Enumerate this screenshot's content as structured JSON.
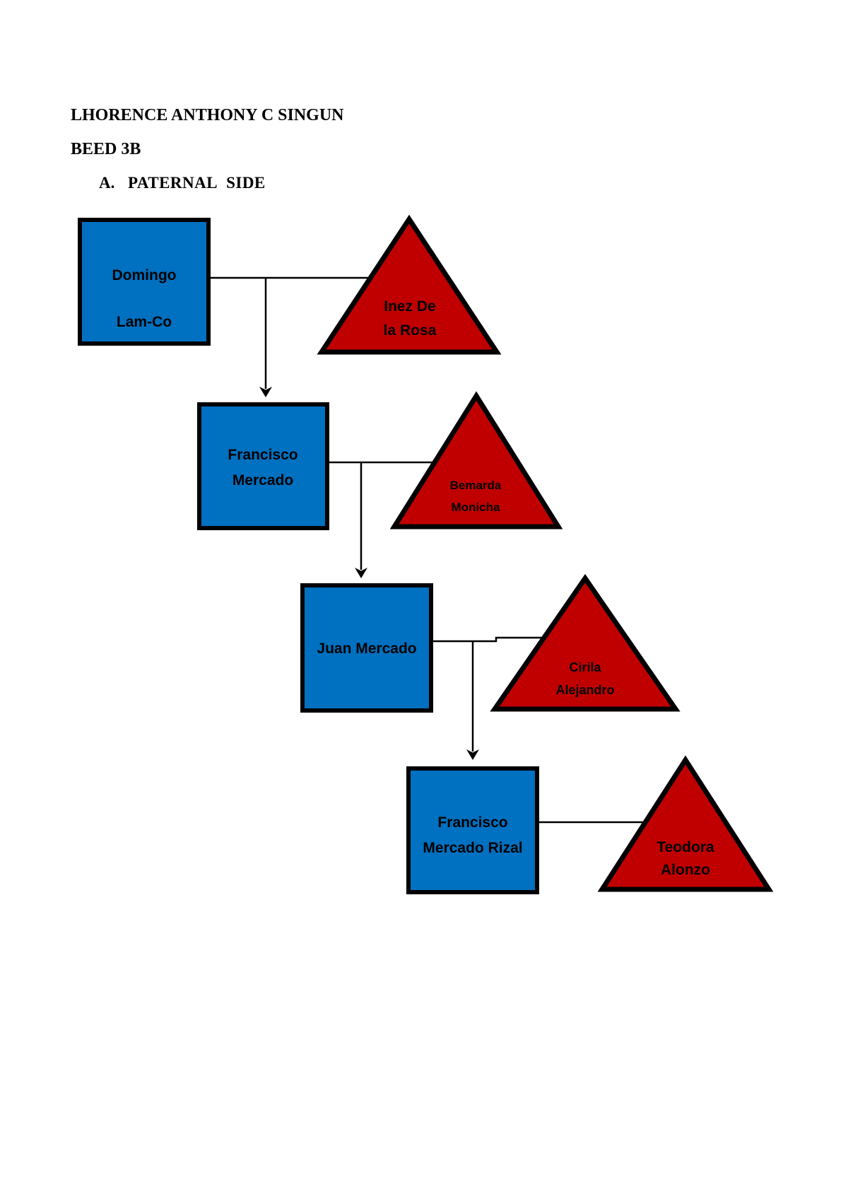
{
  "header": {
    "student_name": "LHORENCE ANTHONY C SINGUN",
    "course": "BEED 3B",
    "section_marker": "A.",
    "section_title": "PATERNAL SIDE"
  },
  "colors": {
    "male_fill": "#0070C0",
    "female_fill": "#C00000",
    "outline": "#000000"
  },
  "diagram": {
    "type": "family-tree",
    "nodes": {
      "domingo": {
        "shape": "square",
        "gender": "male",
        "line1": "Domingo",
        "line2": "Lam-Co"
      },
      "inez": {
        "shape": "triangle",
        "gender": "female",
        "line1": "Inez De",
        "line2": "la Rosa"
      },
      "francisco": {
        "shape": "square",
        "gender": "male",
        "line1": "Francisco",
        "line2": "Mercado"
      },
      "bemarda": {
        "shape": "triangle",
        "gender": "female",
        "line1": "Bemarda",
        "line2": "Monicha"
      },
      "juan": {
        "shape": "square",
        "gender": "male",
        "line1": "Juan Mercado"
      },
      "cirila": {
        "shape": "triangle",
        "gender": "female",
        "line1": "Cirila",
        "line2": "Alejandro"
      },
      "francisco_rizal": {
        "shape": "square",
        "gender": "male",
        "line1": "Francisco",
        "line2": "Mercado Rizal"
      },
      "teodora": {
        "shape": "triangle",
        "gender": "female",
        "line1": "Teodora",
        "line2": "Alonzo"
      }
    }
  }
}
